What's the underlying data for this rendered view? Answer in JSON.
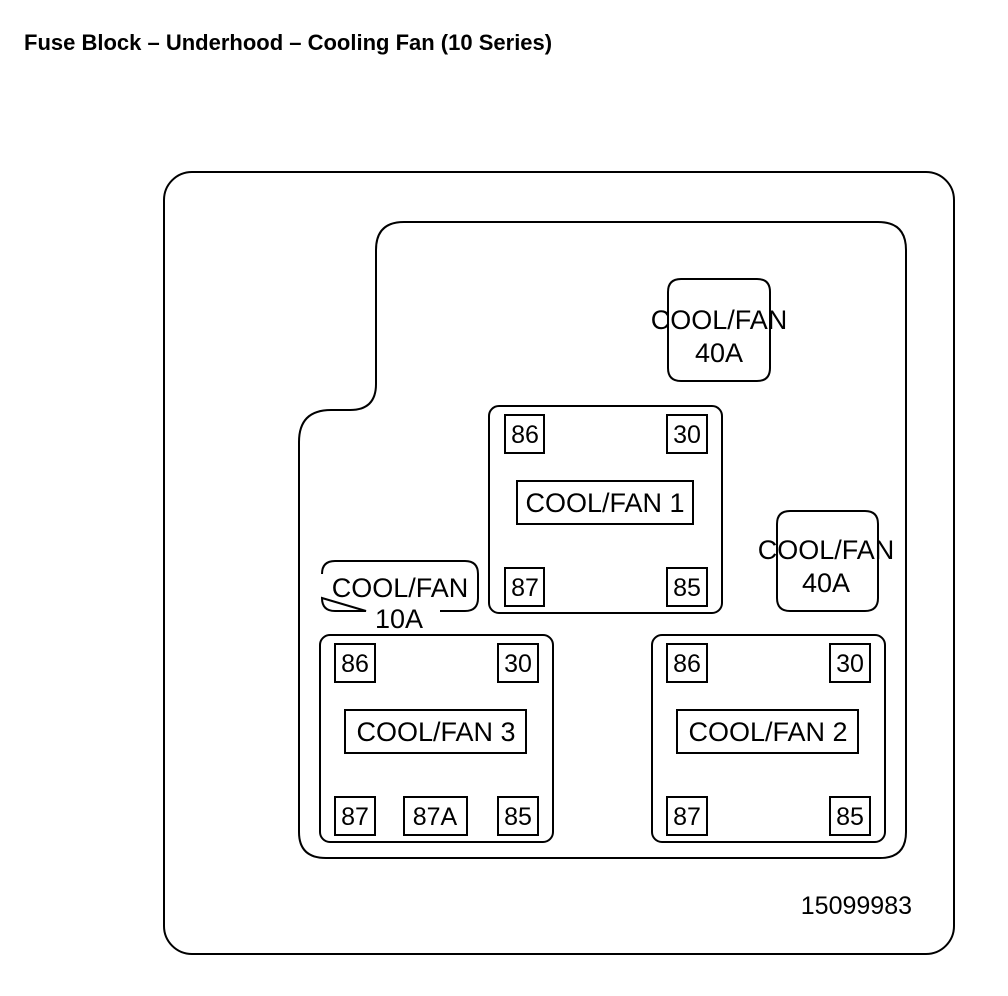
{
  "title": "Fuse Block – Underhood – Cooling Fan (10 Series)",
  "part_number": "15099983",
  "fuses": [
    {
      "name": "COOL/FAN",
      "rating": "40A"
    },
    {
      "name": "COOL/FAN",
      "rating": "40A"
    },
    {
      "name": "COOL/FAN",
      "rating": "10A"
    }
  ],
  "relays": [
    {
      "name": "COOL/FAN 1",
      "terminals": [
        "86",
        "30",
        "87",
        "85"
      ]
    },
    {
      "name": "COOL/FAN 3",
      "terminals": [
        "86",
        "30",
        "87",
        "87A",
        "85"
      ]
    },
    {
      "name": "COOL/FAN 2",
      "terminals": [
        "86",
        "30",
        "87",
        "85"
      ]
    }
  ]
}
